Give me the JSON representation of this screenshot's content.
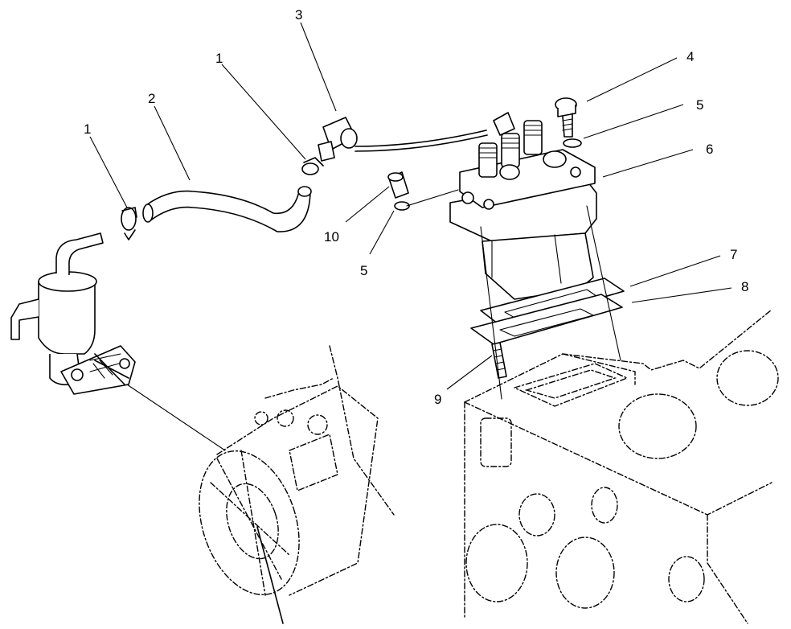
{
  "callouts": [
    {
      "id": "c1a",
      "text": "1"
    },
    {
      "id": "c1b",
      "text": "1"
    },
    {
      "id": "c2",
      "text": "2"
    },
    {
      "id": "c3",
      "text": "3"
    },
    {
      "id": "c4",
      "text": "4"
    },
    {
      "id": "c5a",
      "text": "5"
    },
    {
      "id": "c5b",
      "text": "5"
    },
    {
      "id": "c6",
      "text": "6"
    },
    {
      "id": "c7",
      "text": "7"
    },
    {
      "id": "c8",
      "text": "8"
    },
    {
      "id": "c9",
      "text": "9"
    },
    {
      "id": "c10",
      "text": "10"
    }
  ],
  "colors": {
    "line": "#000000",
    "background": "#ffffff"
  }
}
